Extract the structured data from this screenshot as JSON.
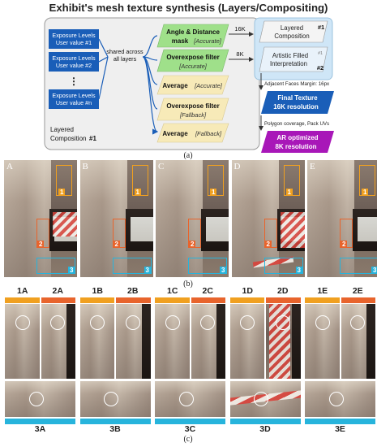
{
  "title": "Exhibit's mesh texture synthesis (Layers/Compositing)",
  "exposure_inputs": [
    {
      "line1": "Exposure Levels",
      "line2": "User value #1"
    },
    {
      "line1": "Exposure Levels",
      "line2": "User value #2"
    },
    {
      "line1": "Exposure Levels",
      "line2": "User value #n"
    }
  ],
  "ellipsis": "⋮",
  "shared_label": [
    "shared across",
    "all layers"
  ],
  "layered_composition_label": [
    "Layered",
    "Composition"
  ],
  "layered_composition_num": "#1",
  "filters": [
    {
      "line1": "Angle & Distance",
      "line2": "mask",
      "tag": "[Accurate]",
      "color": "#9fe08a"
    },
    {
      "line1": "Overexpose filter",
      "line2": "",
      "tag": "[Accurate]",
      "color": "#9fe08a"
    },
    {
      "line1": "Average",
      "line2": "",
      "tag": "[Accurate]",
      "color": "#f7eab8"
    },
    {
      "line1": "Overexpose filter",
      "line2": "",
      "tag": "[Fallback]",
      "color": "#f7eab8"
    },
    {
      "line1": "Average",
      "line2": "",
      "tag": "[Fallback]",
      "color": "#f7eab8"
    }
  ],
  "res_16k": "16K",
  "res_8k": "8K",
  "layered_comp_box": {
    "line1": "Layered",
    "line2": "Composition",
    "num": "#1"
  },
  "artistic_box": {
    "line1": "Artistic Filled",
    "line2": "Interpretation",
    "num_top": "#1",
    "num": "#2"
  },
  "margin_label": "Adjacent Faces Margin: 16px",
  "final_texture": {
    "line1": "Final Texture",
    "line2": "16K resolution",
    "color": "#1a5eb8"
  },
  "polygon_label": "Polygon coverage, Pack UVs",
  "ar_optimized": {
    "line1": "AR optimized",
    "line2": "8K resolution",
    "color": "#a817b8"
  },
  "caption_a": "(a)",
  "caption_b": "(b)",
  "caption_c": "(c)",
  "panel_letters": [
    "A",
    "B",
    "C",
    "D",
    "E"
  ],
  "box_numbers": [
    "1",
    "2",
    "3"
  ],
  "grid_top_labels": [
    [
      "1A",
      "2A"
    ],
    [
      "1B",
      "2B"
    ],
    [
      "1C",
      "2C"
    ],
    [
      "1D",
      "2D"
    ],
    [
      "1E",
      "2E"
    ]
  ],
  "grid_bottom_labels": [
    "3A",
    "3B",
    "3C",
    "3D",
    "3E"
  ],
  "colors": {
    "orange_box": "#f0a020",
    "red_box": "#e8642c",
    "cyan_box": "#27b4dc",
    "blue": "#1a5eb8",
    "green": "#9fe08a",
    "yellow": "#f7eab8"
  }
}
